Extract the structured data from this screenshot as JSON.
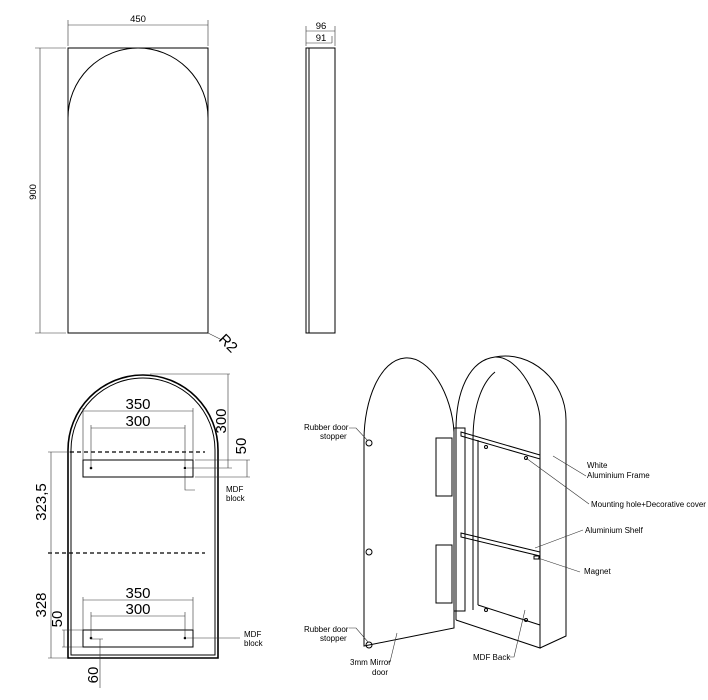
{
  "front_view": {
    "width": "450",
    "height": "900",
    "radius": "R2"
  },
  "side_view": {
    "depth_outer": "96",
    "depth_inner": "91"
  },
  "interior_view": {
    "top_block": {
      "outer": "350",
      "inner": "300",
      "from_top": "300",
      "block_height": "50",
      "label_1": "MDF",
      "label_2": "block"
    },
    "spacing": "323,5",
    "bottom_block": {
      "outer": "350",
      "inner": "300",
      "from_bottom": "328",
      "block_height": "50",
      "hole_offset": "60",
      "label_1": "MDF",
      "label_2": "block"
    }
  },
  "isometric_labels": {
    "stopper_top_1": "Rubber door",
    "stopper_top_2": "stopper",
    "stopper_bottom_1": "Rubber door",
    "stopper_bottom_2": "stopper",
    "mirror_door_1": "3mm Mirror",
    "mirror_door_2": "door",
    "mdf_back": "MDF Back",
    "magnet": "Magnet",
    "shelf": "Aluminium Shelf",
    "mounting": "Mounting hole+Decorative cover",
    "frame_1": "White",
    "frame_2": "Aluminium Frame"
  }
}
